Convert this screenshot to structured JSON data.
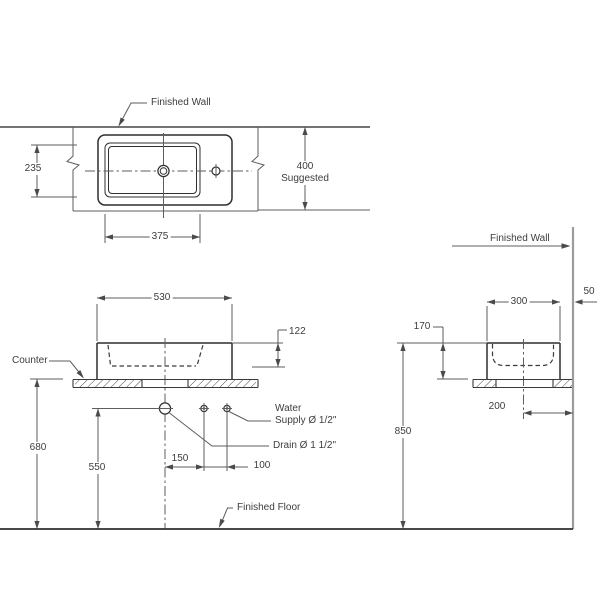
{
  "labels": {
    "finished_wall_top": "Finished Wall",
    "finished_wall_right": "Finished Wall",
    "counter": "Counter",
    "water_line1": "Water",
    "water_line2": "Supply Ø 1/2\"",
    "drain": "Drain Ø 1 1/2\"",
    "finished_floor": "Finished Floor"
  },
  "dims": {
    "d235": "235",
    "d375": "375",
    "d400": "400",
    "d400_note": "Suggested",
    "d530": "530",
    "d122": "122",
    "d680": "680",
    "d550": "550",
    "d150": "150",
    "d100": "100",
    "d300": "300",
    "d50": "50",
    "d170": "170",
    "d850": "850",
    "d200": "200"
  }
}
